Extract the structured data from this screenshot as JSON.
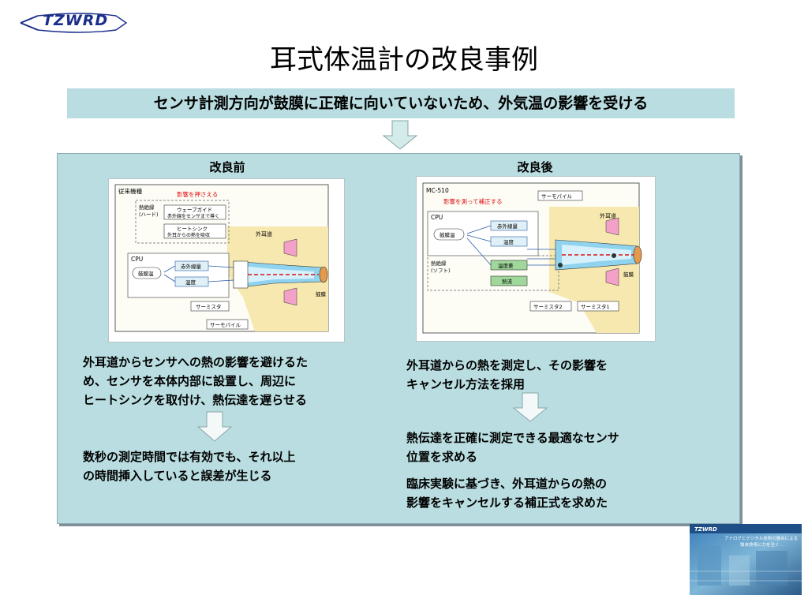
{
  "logo": {
    "text": "TZWRD"
  },
  "title": "耳式体温計の改良事例",
  "problem": "センサ計測方向が鼓膜に正確に向いていないため、外気温の影響を受ける",
  "before": {
    "heading": "改良前",
    "diagram": {
      "title": "従来機種",
      "red_label": "影響を押さえる",
      "heat_insulation": "熱絶縁\n(ハード)",
      "waveguide": "ウェーブガイド",
      "waveguide_desc": "赤外線をセンサまで導く",
      "heatsink": "ヒートシンク",
      "heatsink_desc": "外耳からの熱を吸収",
      "ear_canal": "外耳道",
      "cpu": "CPU",
      "temp_calc": "鼓膜温",
      "ir_qty": "赤外線量",
      "temp": "温度",
      "thermistor": "サーミスタ",
      "thermopile": "サーモパイル",
      "eardrum": "鼓膜"
    },
    "text1": [
      "外耳道からセンサへの熱の影響を避けるた",
      "め、センサを本体内部に設置し、周辺に",
      "ヒートシンクを取付け、熱伝達を遅らせる"
    ],
    "text2": [
      "数秒の測定時間では有効でも、それ以上",
      "の時間挿入していると誤差が生じる"
    ]
  },
  "after": {
    "heading": "改良後",
    "diagram": {
      "title": "MC-510",
      "red_label": "影響を測って補正する",
      "thermopile": "サーモパイル",
      "ear_canal": "外耳道",
      "cpu": "CPU",
      "temp_calc": "鼓膜温",
      "ir_qty": "赤外線量",
      "temp": "温度",
      "temp_diff": "温度差",
      "heat_flow": "熱流",
      "heat_insulation": "熱絶縁\n(ソフト)",
      "thermistor2": "サーミスタ2",
      "thermistor1": "サーミスタ1",
      "eardrum": "鼓膜"
    },
    "text1": [
      "外耳道からの熱を測定し、その影響を",
      "キャンセル方法を採用"
    ],
    "text2": [
      "熱伝達を正確に測定できる最適なセンサ",
      "位置を求める"
    ],
    "text3": [
      "臨床実験に基づき、外耳道からの熱の",
      "影響をキャンセルする補正式を求めた"
    ]
  },
  "thumbnail": {
    "logo": "TZWRD",
    "line1": "アナログとデジタル技術の融合による",
    "line2": "独自技術に力を注ぐ…"
  },
  "colors": {
    "accent_bg": "#b9dde0",
    "title_blue": "#1a2e8a",
    "arrow_fill": "#d3ebe9"
  }
}
